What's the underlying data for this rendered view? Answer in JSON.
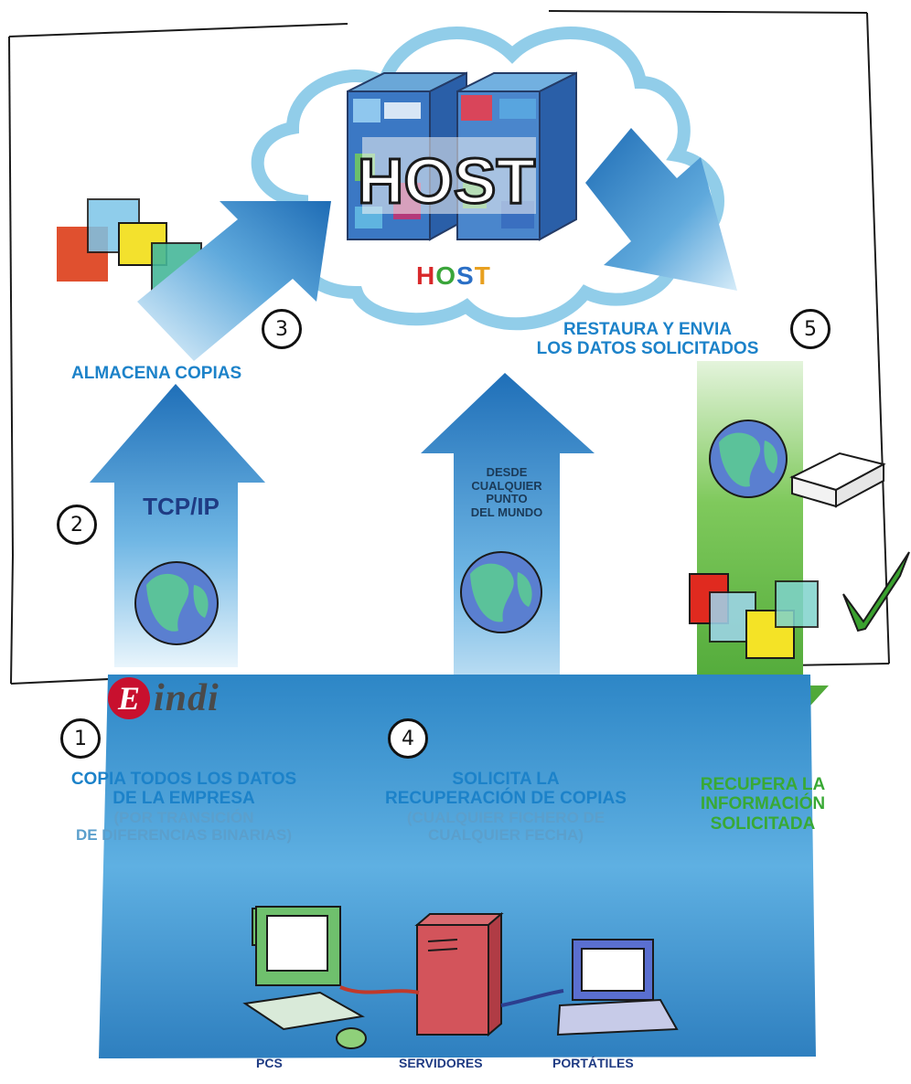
{
  "host": {
    "server_label": "HOST",
    "letters": [
      "H",
      "O",
      "S",
      "T"
    ]
  },
  "steps": [
    {
      "number": "1",
      "title": "COPIA TODOS LOS DATOS",
      "title2": "DE LA EMPRESA",
      "note": "(POR TRANSICIÓN",
      "note2": "DE DIFERENCIAS BINARIAS)"
    },
    {
      "number": "2",
      "arrow_label": "TCP/IP"
    },
    {
      "number": "3",
      "title": "ALMACENA COPIAS"
    },
    {
      "number": "4",
      "title": "SOLICITA LA",
      "title2": "RECUPERACIÓN DE COPIAS",
      "note": "(CUALQUIER FICHERO DE",
      "note2": "CUALQUIER FECHA)",
      "arrow_label": [
        "DESDE",
        "CUALQUIER",
        "PUNTO",
        "DEL MUNDO"
      ]
    },
    {
      "number": "5",
      "title": "RESTAURA Y ENVIA",
      "title2": "LOS DATOS SOLICITADOS"
    },
    {
      "title": "RECUPERA LA",
      "title2": "INFORMACIÓN",
      "title3": "SOLICITADA"
    }
  ],
  "logo": {
    "initial": "E",
    "word": "indi"
  },
  "devices": {
    "pcs": "PCS",
    "servers": "SERVIDORES",
    "laptops": "PORTÁTILES"
  },
  "colors": {
    "blue_text": "#1c82c9",
    "green_text": "#39a935",
    "arrow_blue": "#2f86c8",
    "arrow_green": "#4fb43a",
    "cloud_edge": "#8ccbe8",
    "logo_red": "#c8102e"
  },
  "icons": [
    "globe-icon",
    "check-icon",
    "drive-icon",
    "pc-icon",
    "server-icon",
    "laptop-icon",
    "mouse-icon"
  ]
}
